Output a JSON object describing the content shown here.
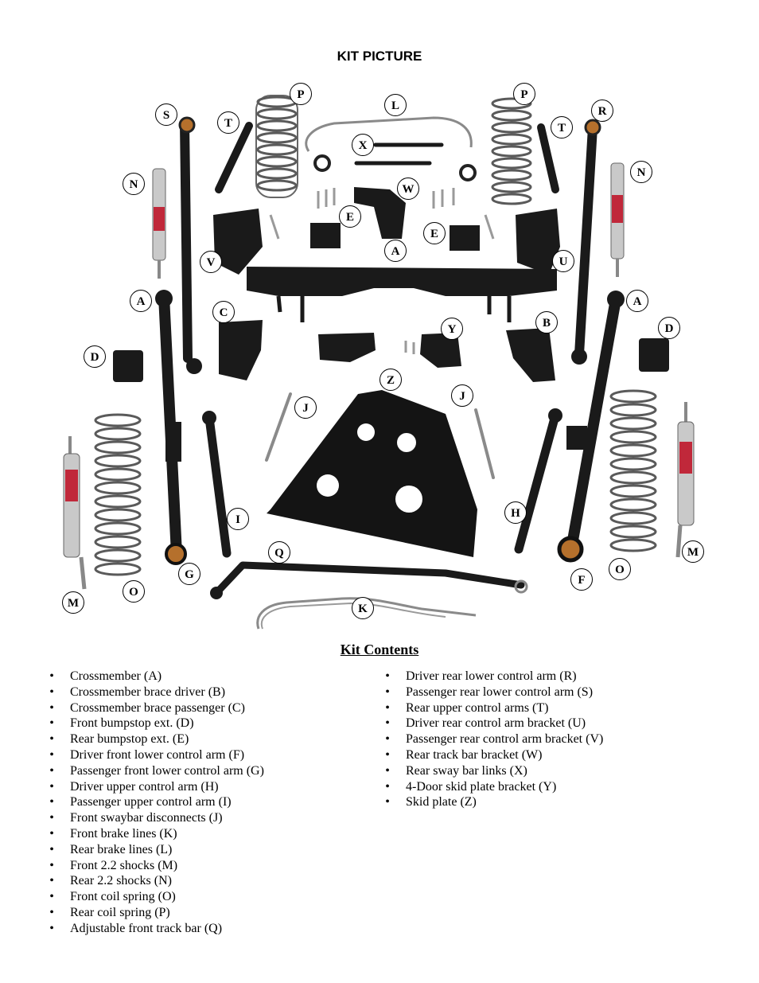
{
  "page": {
    "title": "KIT PICTURE"
  },
  "figure": {
    "callouts": [
      "P",
      "L",
      "P",
      "S",
      "T",
      "T",
      "R",
      "X",
      "N",
      "W",
      "N",
      "E",
      "E",
      "A",
      "V",
      "U",
      "A",
      "A",
      "C",
      "B",
      "Y",
      "D",
      "D",
      "Z",
      "J",
      "J",
      "H",
      "I",
      "Q",
      "M",
      "G",
      "F",
      "O",
      "O",
      "M",
      "K"
    ],
    "colors": {
      "parts": "#1a1a1a",
      "shock_body": "#c9c9c9",
      "shock_accent": "#c0283a",
      "bushing": "#b5702c",
      "hardware": "#9a9a9a"
    }
  },
  "contents": {
    "heading": "Kit Contents",
    "bullet_char": "•",
    "left": [
      "Crossmember (A)",
      "Crossmember brace driver (B)",
      "Crossmember brace passenger (C)",
      "Front bumpstop ext. (D)",
      "Rear bumpstop ext. (E)",
      "Driver front lower control arm (F)",
      "Passenger front lower control arm (G)",
      "Driver upper control arm (H)",
      "Passenger upper control arm (I)",
      "Front swaybar disconnects (J)",
      "Front brake lines (K)",
      "Rear brake lines (L)",
      "Front 2.2 shocks (M)",
      "Rear 2.2 shocks (N)",
      "Front coil spring (O)",
      "Rear coil spring (P)",
      "Adjustable front track bar (Q)"
    ],
    "right": [
      "Driver rear lower control arm (R)",
      "Passenger rear lower control arm (S)",
      "Rear upper control arms (T)",
      "Driver rear control arm bracket (U)",
      "Passenger rear control arm bracket (V)",
      "Rear track bar bracket (W)",
      "Rear sway bar links (X)",
      "4-Door skid plate bracket (Y)",
      "Skid plate (Z)"
    ]
  }
}
